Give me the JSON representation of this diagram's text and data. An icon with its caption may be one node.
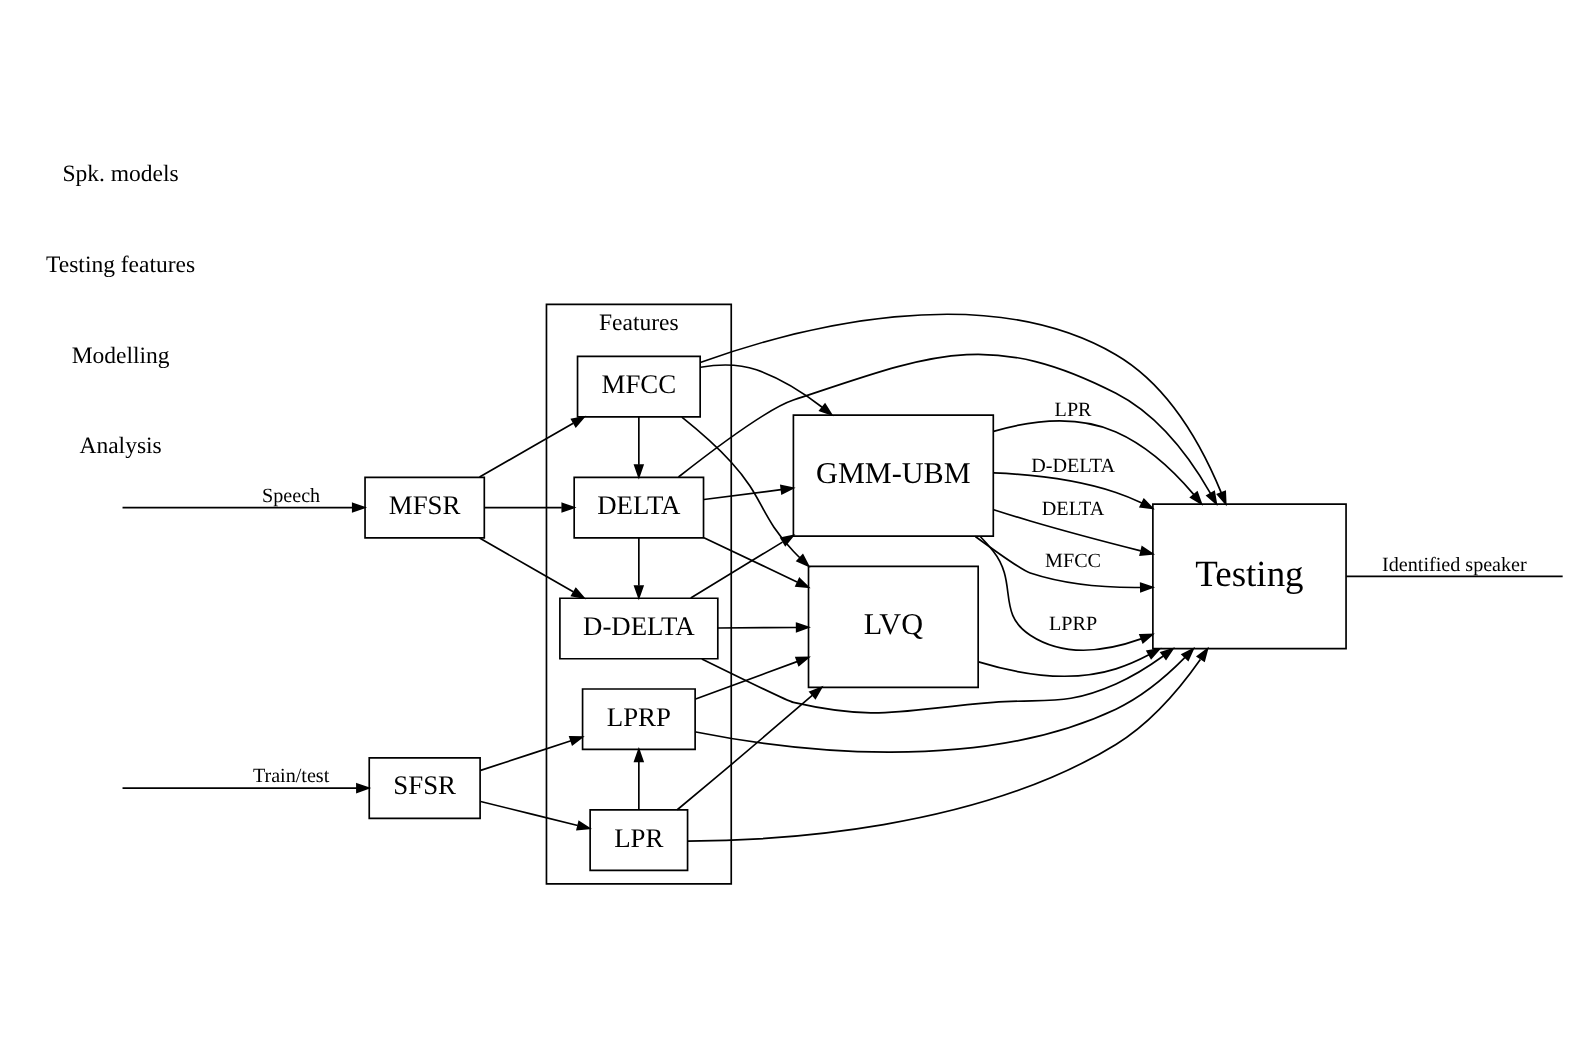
{
  "diagram": {
    "nodes": [
      {
        "text": [
          "Features"
        ]
      },
      {
        "text": [
          "MFSR"
        ]
      },
      {
        "text": [
          "SFSR"
        ]
      },
      {
        "text": [
          "MFCC"
        ],
        "in": 0
      },
      {
        "text": [
          "DELTA"
        ],
        "in": 0
      },
      {
        "text": [
          "D-DELTA"
        ],
        "in": 0
      },
      {
        "text": [
          "LPR"
        ],
        "in": 0
      },
      {
        "text": [
          "LPRP"
        ],
        "in": 0
      },
      {
        "text": [
          "GMM-UBM"
        ]
      },
      {
        "text": [
          "LVQ"
        ]
      },
      {
        "text": [
          "Testing"
        ]
      }
    ],
    "edges": [
      {
        "from": null,
        "to": 1,
        "arrow": "to",
        "label": "Speech"
      },
      {
        "from": null,
        "to": 2,
        "arrow": "to",
        "label": "Train/test"
      },
      {
        "from": 1,
        "to": 3,
        "arrow": "to"
      },
      {
        "from": 1,
        "to": 4,
        "arrow": "to"
      },
      {
        "from": 1,
        "to": 5,
        "arrow": "to"
      },
      {
        "from": 2,
        "to": 6,
        "arrow": "to"
      },
      {
        "from": 2,
        "to": 7,
        "arrow": "to"
      },
      {
        "from": 3,
        "to": 4,
        "arrow": "to"
      },
      {
        "from": 4,
        "to": 5,
        "arrow": "to"
      },
      {
        "from": 6,
        "to": 7,
        "arrow": "to"
      },
      {
        "from": 3,
        "to": 8,
        "arrow": "to"
      },
      {
        "from": 4,
        "to": 8,
        "arrow": "to"
      },
      {
        "from": 5,
        "to": 8,
        "arrow": "to"
      },
      {
        "from": 6,
        "to": 9,
        "arrow": "to"
      },
      {
        "from": 5,
        "to": 9,
        "arrow": "to"
      },
      {
        "from": 3,
        "to": 9,
        "arrow": "to"
      },
      {
        "from": 7,
        "to": 9,
        "arrow": "to"
      },
      {
        "from": 4,
        "to": 9,
        "arrow": "to"
      },
      {
        "from": 3,
        "to": 10,
        "arrow": "to"
      },
      {
        "from": 4,
        "to": 10,
        "arrow": "to"
      },
      {
        "from": 5,
        "to": 10,
        "arrow": "to"
      },
      {
        "from": 6,
        "to": 10,
        "arrow": "to"
      },
      {
        "from": 7,
        "to": 10,
        "arrow": "to"
      },
      {
        "from": 8,
        "to": 10,
        "arrow": "to",
        "label": "LPRP"
      },
      {
        "from": 8,
        "to": 10,
        "arrow": "to",
        "label": "LPR"
      },
      {
        "from": 8,
        "to": 10,
        "arrow": "to",
        "label": "D-DELTA"
      },
      {
        "from": 8,
        "to": 10,
        "arrow": "to",
        "label": "DELTA"
      },
      {
        "from": 8,
        "to": 10,
        "arrow": "to",
        "label": "MFCC"
      },
      {
        "from": 9,
        "to": 10,
        "arrow": "to"
      },
      {
        "from": 10,
        "to": null,
        "arrow": "none",
        "label": "Identified speaker"
      }
    ],
    "labels": [
      "Analysis",
      "Modelling",
      "Testing features",
      "Spk. models"
    ]
  }
}
